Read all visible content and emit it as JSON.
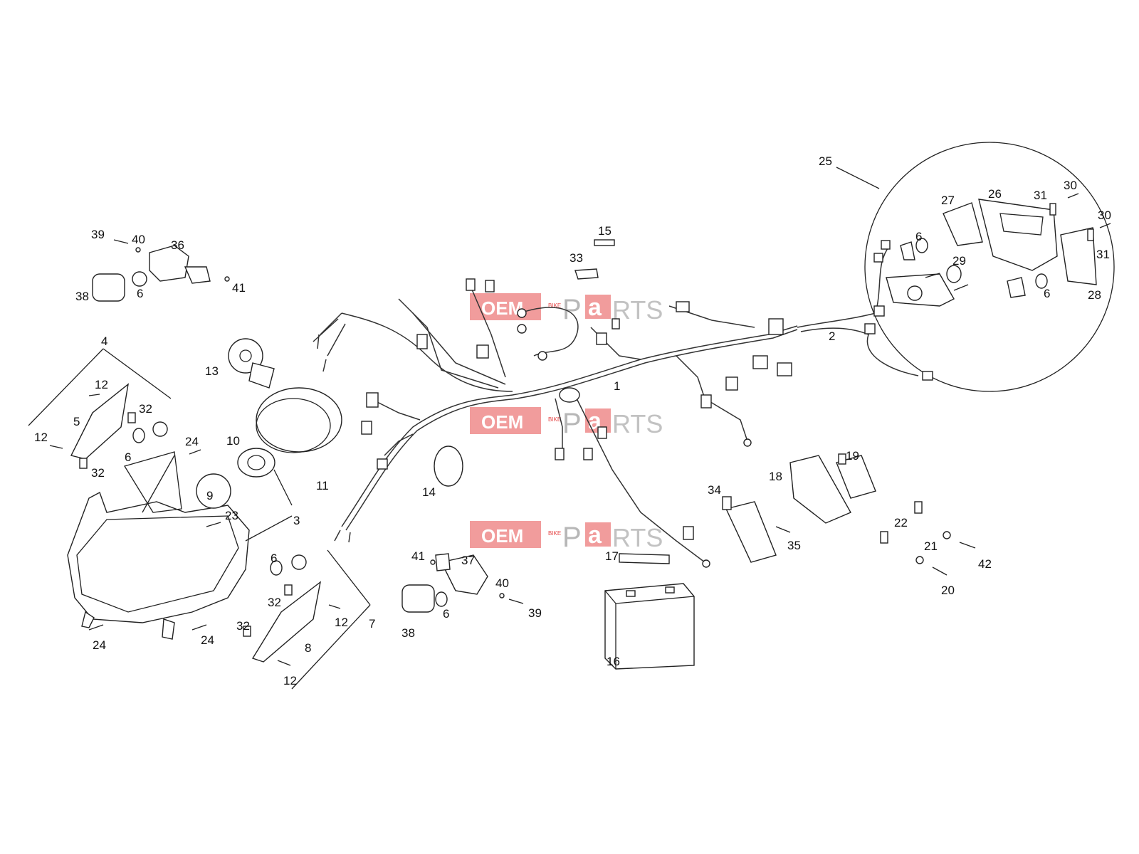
{
  "callouts": [
    "1",
    "2",
    "3",
    "4",
    "5",
    "6",
    "7",
    "8",
    "9",
    "10",
    "11",
    "12",
    "13",
    "14",
    "15",
    "16",
    "17",
    "18",
    "19",
    "20",
    "21",
    "22",
    "23",
    "24",
    "25",
    "26",
    "27",
    "28",
    "29",
    "30",
    "31",
    "32",
    "33",
    "34",
    "35",
    "36",
    "37",
    "38",
    "39",
    "40",
    "41",
    "42"
  ],
  "watermark": {
    "oem": "OEM",
    "bike": "BIKE",
    "p": "P",
    "a": "a",
    "rts": "RTS"
  },
  "colors": {
    "line": "#222222",
    "watermark": "#e64a4a",
    "watermark_grey": "#9a9a9a"
  }
}
